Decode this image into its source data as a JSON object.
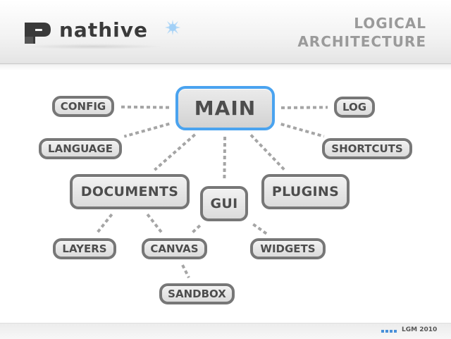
{
  "header": {
    "logo_text": "nathive",
    "title_line1": "LOGICAL",
    "title_line2": "ARCHITECTURE"
  },
  "nodes": {
    "main": "MAIN",
    "config": "CONFIG",
    "log": "LOG",
    "language": "LANGUAGE",
    "shortcuts": "SHORTCUTS",
    "documents": "DOCUMENTS",
    "gui": "GUI",
    "plugins": "PLUGINS",
    "layers": "LAYERS",
    "canvas": "CANVAS",
    "widgets": "WIDGETS",
    "sandbox": "SANDBOX"
  },
  "edges": [
    [
      "main",
      "config"
    ],
    [
      "main",
      "log"
    ],
    [
      "main",
      "language"
    ],
    [
      "main",
      "shortcuts"
    ],
    [
      "main",
      "documents"
    ],
    [
      "main",
      "gui"
    ],
    [
      "main",
      "plugins"
    ],
    [
      "documents",
      "layers"
    ],
    [
      "documents",
      "canvas"
    ],
    [
      "gui",
      "canvas"
    ],
    [
      "gui",
      "widgets"
    ],
    [
      "canvas",
      "sandbox"
    ]
  ],
  "colors": {
    "main_border": "#4aa3ef",
    "node_border": "#777777",
    "node_text": "#4d4d4d",
    "edge": "#a5a5a5",
    "title": "#9a9a9a",
    "logo_accent": "#2f7fd3"
  },
  "footer": {
    "credit": "LGM 2010"
  }
}
